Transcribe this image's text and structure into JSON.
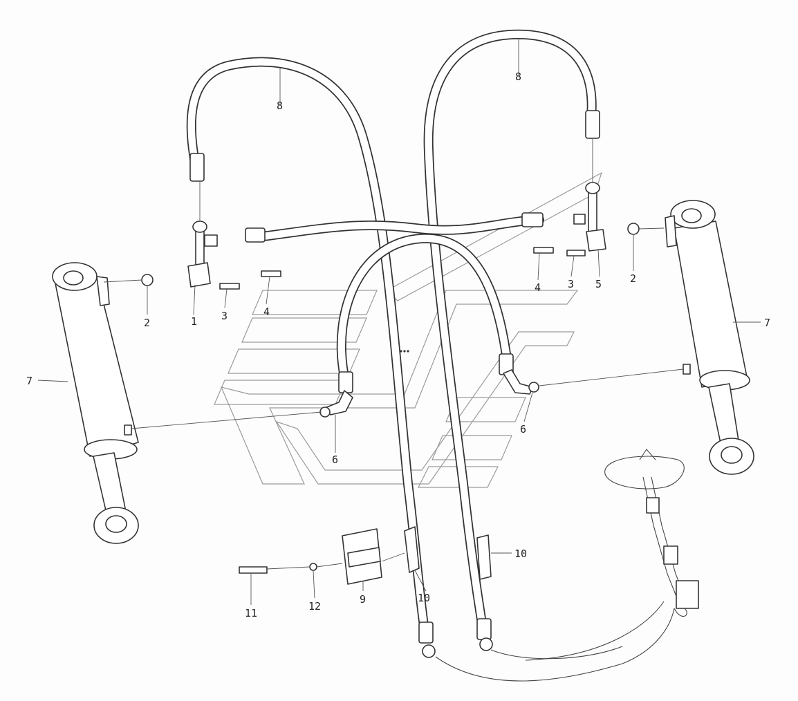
{
  "callouts": [
    {
      "id": "c8a",
      "text": "8"
    },
    {
      "id": "c8b",
      "text": "8"
    },
    {
      "id": "c2a",
      "text": "2"
    },
    {
      "id": "c1",
      "text": "1"
    },
    {
      "id": "c3a",
      "text": "3"
    },
    {
      "id": "c4a",
      "text": "4"
    },
    {
      "id": "c4b",
      "text": "4"
    },
    {
      "id": "c3b",
      "text": "3"
    },
    {
      "id": "c5",
      "text": "5"
    },
    {
      "id": "c2b",
      "text": "2"
    },
    {
      "id": "c7a",
      "text": "7"
    },
    {
      "id": "c7b",
      "text": "7"
    },
    {
      "id": "c6a",
      "text": "6"
    },
    {
      "id": "c6b",
      "text": "6"
    },
    {
      "id": "c10a",
      "text": "10"
    },
    {
      "id": "c10b",
      "text": "10"
    },
    {
      "id": "c9",
      "text": "9"
    },
    {
      "id": "c11",
      "text": "11"
    },
    {
      "id": "c12",
      "text": "12"
    }
  ]
}
